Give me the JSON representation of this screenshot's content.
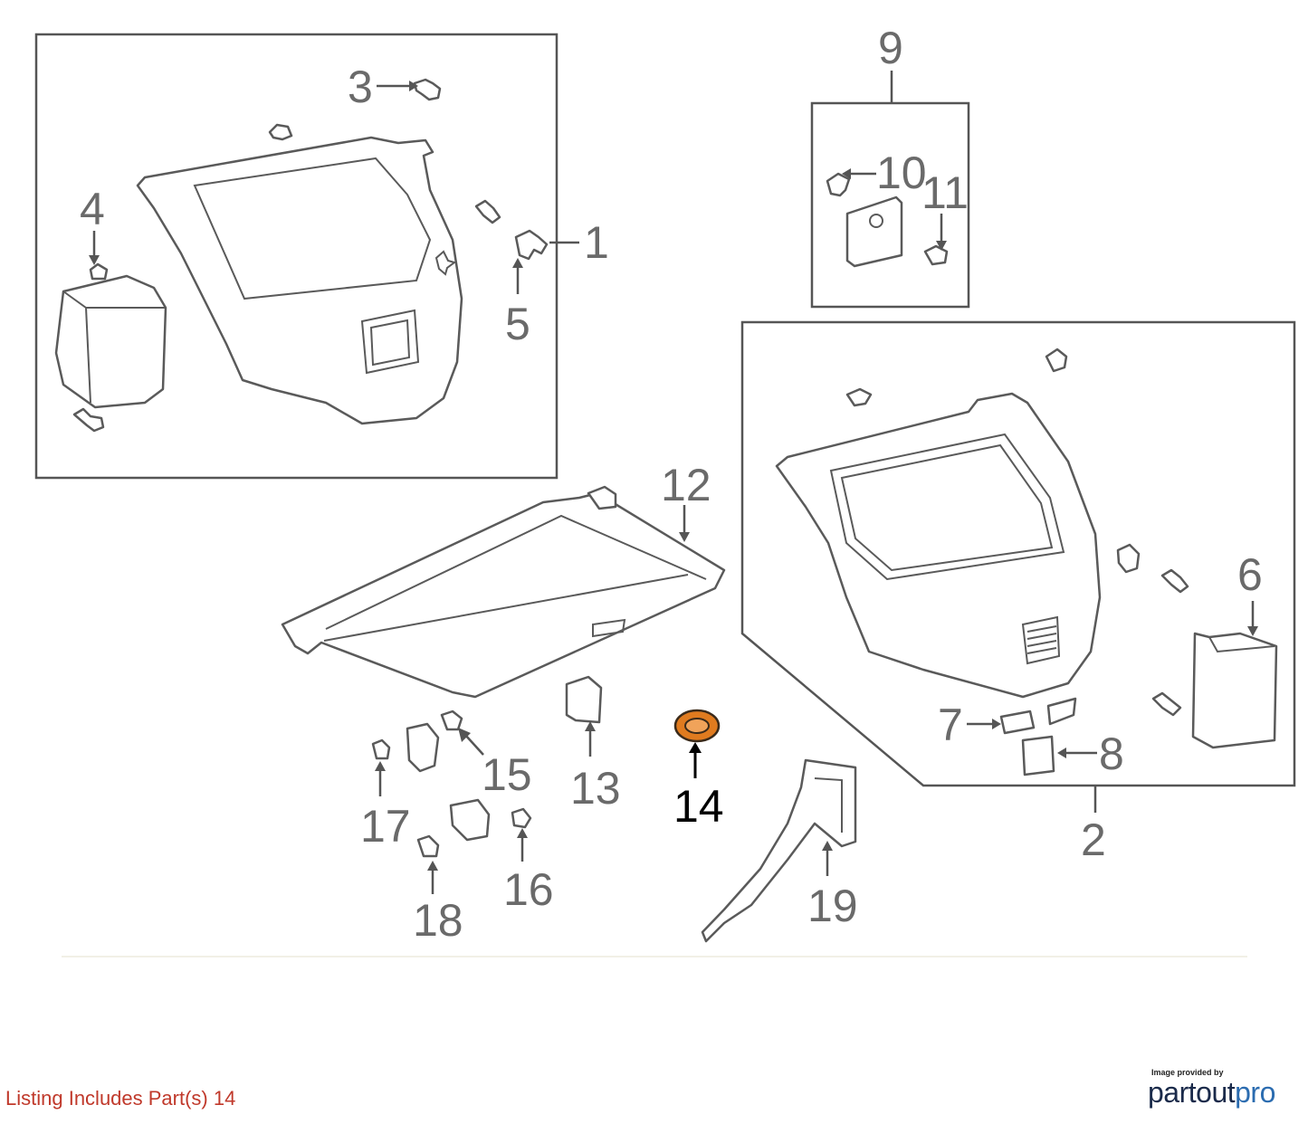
{
  "diagram": {
    "callouts": [
      {
        "id": "1",
        "label": "1"
      },
      {
        "id": "2",
        "label": "2"
      },
      {
        "id": "3",
        "label": "3"
      },
      {
        "id": "4",
        "label": "4"
      },
      {
        "id": "5",
        "label": "5"
      },
      {
        "id": "6",
        "label": "6"
      },
      {
        "id": "7",
        "label": "7"
      },
      {
        "id": "8",
        "label": "8"
      },
      {
        "id": "9",
        "label": "9"
      },
      {
        "id": "10",
        "label": "10"
      },
      {
        "id": "11",
        "label": "11"
      },
      {
        "id": "12",
        "label": "12"
      },
      {
        "id": "13",
        "label": "13"
      },
      {
        "id": "14",
        "label": "14",
        "highlighted": true
      },
      {
        "id": "15",
        "label": "15"
      },
      {
        "id": "16",
        "label": "16"
      },
      {
        "id": "17",
        "label": "17"
      },
      {
        "id": "18",
        "label": "18"
      },
      {
        "id": "19",
        "label": "19"
      }
    ],
    "highlight_color": "#e07b1f"
  },
  "footer": {
    "listing_text": "Listing Includes Part(s) 14",
    "listing_color": "#c0392b"
  },
  "brand": {
    "caption": "Image provided by",
    "name_part1": "partout",
    "name_part2": "pro"
  }
}
